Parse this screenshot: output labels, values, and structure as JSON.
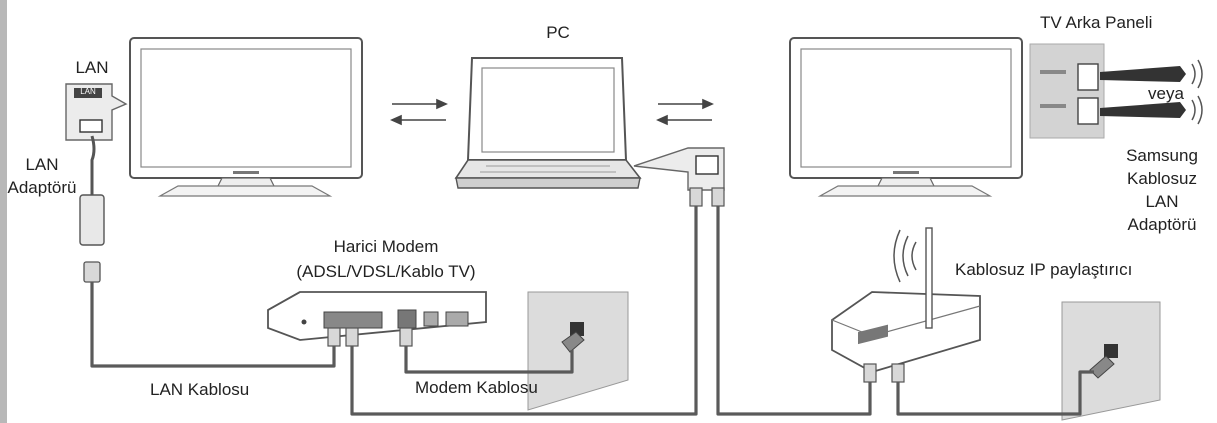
{
  "labels": {
    "lan": "LAN",
    "lan_adapter_line1": "LAN",
    "lan_adapter_line2": "Adaptörü",
    "pc": "PC",
    "tv_back_panel": "TV Arka Paneli",
    "or": "veya",
    "samsung_wireless_line1": "Samsung",
    "samsung_wireless_line2": "Kablosuz",
    "samsung_wireless_line3": "LAN",
    "samsung_wireless_line4": "Adaptörü",
    "modem_line1": "Harici Modem",
    "modem_line2": "(ADSL/VDSL/Kablo TV)",
    "wireless_router": "Kablosuz IP paylaştırıcı",
    "lan_cable": "LAN Kablosu",
    "modem_cable": "Modem Kablosu",
    "adapter_tag": "LAN"
  },
  "colors": {
    "line": "#555555",
    "device_fill": "#ffffff",
    "device_shade": "#d0d0d0",
    "wall": "#dcdcdc",
    "panel_bg": "#cfcfcf"
  }
}
